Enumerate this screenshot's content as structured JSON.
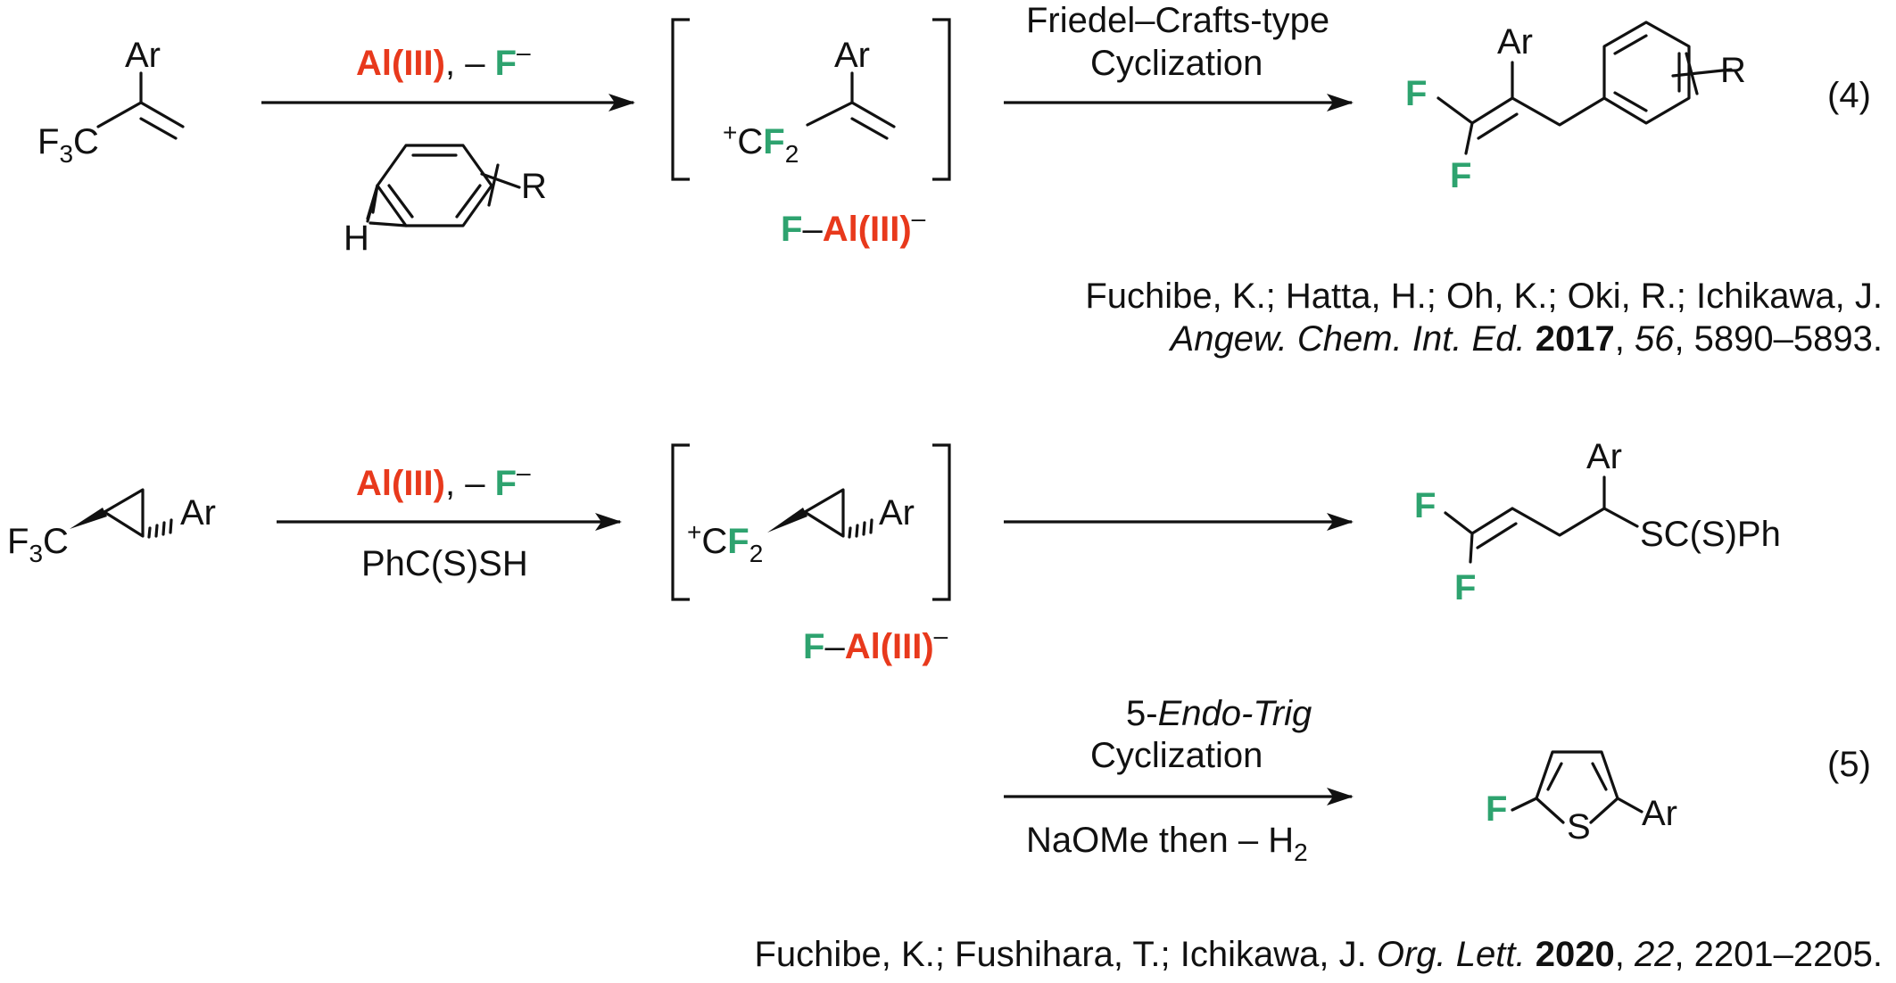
{
  "colors": {
    "reagent_red": "#e8391c",
    "fluorine_green": "#2ea36f",
    "ink": "#111111"
  },
  "atoms": {
    "ar": "Ar",
    "f": "F",
    "h": "H",
    "r": "R",
    "s": "S",
    "c": "C",
    "f3": "F",
    "f3_sub": "3",
    "plus": "+",
    "f2_sub": "2",
    "sc_s_ph": "SC(S)Ph"
  },
  "reaction4": {
    "label": "(4)",
    "reagent_top": {
      "al": "Al(III)",
      "sep": ", – ",
      "f": "F",
      "minus": "–"
    },
    "counterion": {
      "f": "F",
      "dash": "–",
      "al": "Al(III)",
      "minus": "–"
    },
    "condition_line1": "Friedel–Crafts-type",
    "condition_line2": "Cyclization",
    "reference_line1": "Fuchibe, K.; Hatta, H.; Oh, K.; Oki, R.; Ichikawa, J.",
    "reference_journal": "Angew. Chem. Int. Ed.",
    "reference_year": "2017",
    "reference_volume": "56",
    "reference_pages": ", 5890–5893."
  },
  "reaction5": {
    "label": "(5)",
    "reagent_top": {
      "al": "Al(III)",
      "sep": ", – ",
      "f": "F",
      "minus": "–"
    },
    "reagent_bottom": "PhC(S)SH",
    "counterion": {
      "f": "F",
      "dash": "–",
      "al": "Al(III)",
      "minus": "–"
    },
    "step2_line1_prefix": "5-",
    "step2_line1_italic": "Endo-Trig",
    "step2_line2": "Cyclization",
    "step2_below": "NaOMe then – H",
    "step2_below_sub": "2",
    "reference_authors": "Fuchibe, K.; Fushihara, T.; Ichikawa, J. ",
    "reference_journal": "Org. Lett.",
    "reference_year": "2020",
    "reference_volume": "22",
    "reference_pages": ", 2201–2205."
  }
}
